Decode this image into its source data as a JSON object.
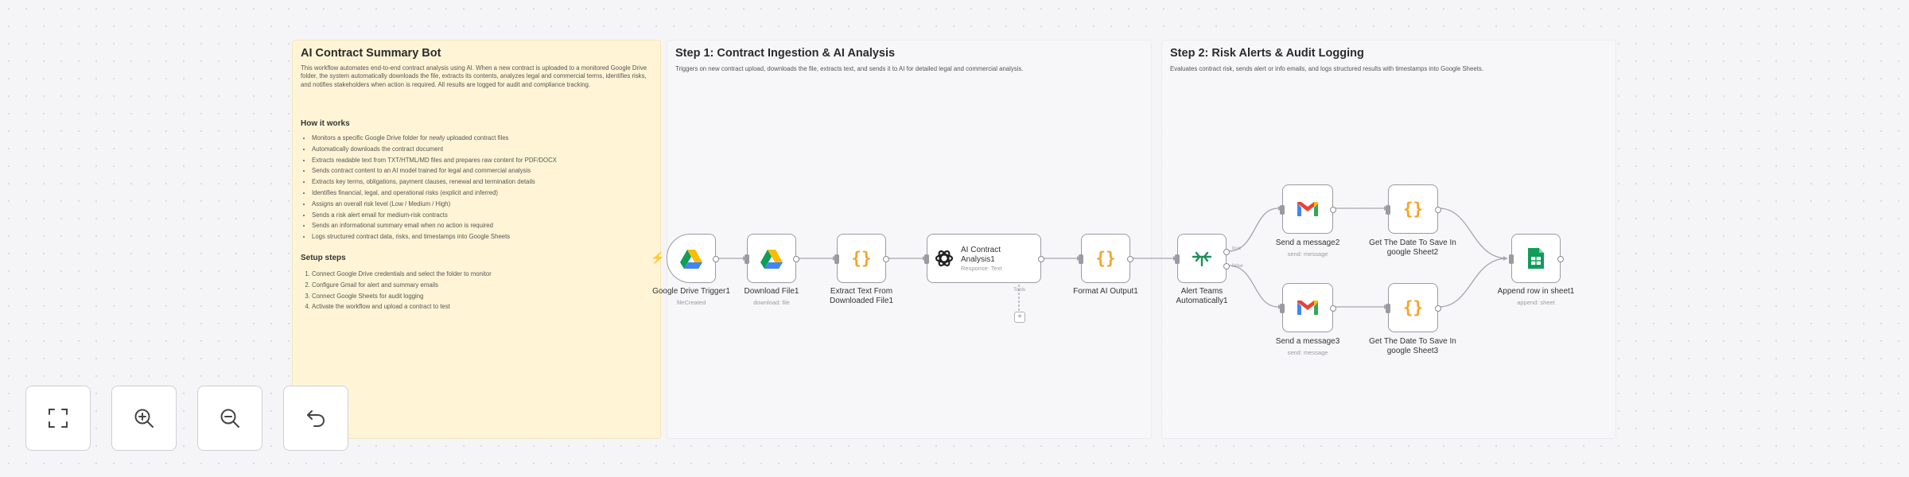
{
  "notes": {
    "main": {
      "title": "AI Contract Summary Bot",
      "description": "This workflow automates end-to-end contract analysis using AI. When a new contract is uploaded to a monitored Google Drive folder, the system automatically downloads the file, extracts its contents, analyzes legal and commercial terms, identifies risks, and notifies stakeholders when action is required. All results are logged for audit and compliance tracking.",
      "how_title": "How it works",
      "how_items": [
        "Monitors a specific Google Drive folder for newly uploaded contract files",
        "Automatically downloads the contract document",
        "Extracts readable text from TXT/HTML/MD files and prepares raw content for PDF/DOCX",
        "Sends contract content to an AI model trained for legal and commercial analysis",
        "Extracts key terms, obligations, payment clauses, renewal and termination details",
        "Identifies financial, legal, and operational risks (explicit and inferred)",
        "Assigns an overall risk level (Low / Medium / High)",
        "Sends a risk alert email for medium-risk contracts",
        "Sends an informational summary email when no action is required",
        "Logs structured contract data, risks, and timestamps into Google Sheets"
      ],
      "setup_title": "Setup steps",
      "setup_items": [
        "Connect Google Drive credentials and select the folder to monitor",
        "Configure Gmail for alert and summary emails",
        "Connect Google Sheets for audit logging",
        "Activate the workflow and upload a contract to test"
      ]
    },
    "step1": {
      "title": "Step 1: Contract Ingestion & AI Analysis",
      "description": "Triggers on new contract upload, downloads the file, extracts text, and sends it to AI for detailed legal and commercial analysis."
    },
    "step2": {
      "title": "Step 2: Risk Alerts & Audit Logging",
      "description": "Evaluates contract risk, sends alert or info emails, and logs structured results with timestamps into Google Sheets."
    }
  },
  "nodes": {
    "gdrive_trigger": {
      "label": "Google Drive Trigger1",
      "sub": "fileCreated",
      "icon": "google-drive-icon"
    },
    "download": {
      "label": "Download File1",
      "sub": "download: file",
      "icon": "google-drive-icon"
    },
    "extract": {
      "label_line1": "Extract Text From",
      "label_line2": "Downloaded File1",
      "icon": "code-braces-icon"
    },
    "ai": {
      "label_line1": "AI Contract",
      "label_line2": "Analysis1",
      "sub": "Response: Text",
      "port_label": "Tools",
      "icon": "openai-icon"
    },
    "format": {
      "label": "Format AI Output1",
      "icon": "code-braces-icon"
    },
    "alert": {
      "label_line1": "Alert Teams",
      "label_line2": "Automatically1",
      "true_label": "true",
      "false_label": "false",
      "icon": "if-branch-icon"
    },
    "msg2": {
      "label": "Send a message2",
      "sub": "send: message",
      "icon": "gmail-icon"
    },
    "msg3": {
      "label": "Send a message3",
      "sub": "send: message",
      "icon": "gmail-icon"
    },
    "getdate2": {
      "label_line1": "Get The Date To Save In",
      "label_line2": "google Sheet2",
      "icon": "code-braces-icon"
    },
    "getdate3": {
      "label_line1": "Get The Date To Save In",
      "label_line2": "google Sheet3",
      "icon": "code-braces-icon"
    },
    "append": {
      "label": "Append row in sheet1",
      "sub": "append: sheet",
      "icon": "google-sheets-icon"
    }
  },
  "controls": [
    {
      "name": "fit-view-button",
      "icon": "fullscreen-icon"
    },
    {
      "name": "zoom-in-button",
      "icon": "zoom-in-icon"
    },
    {
      "name": "zoom-out-button",
      "icon": "zoom-out-icon"
    },
    {
      "name": "undo-button",
      "icon": "undo-icon"
    }
  ],
  "colors": {
    "main_note_bg": "#fff5d6",
    "node_border": "#9a9aa3",
    "trigger_bolt": "#ff6d5a",
    "code_orange": "#f5a524",
    "if_green": "#1f8f5a",
    "gmail_red": "#ea4335",
    "sheets_green": "#0f9d58"
  }
}
